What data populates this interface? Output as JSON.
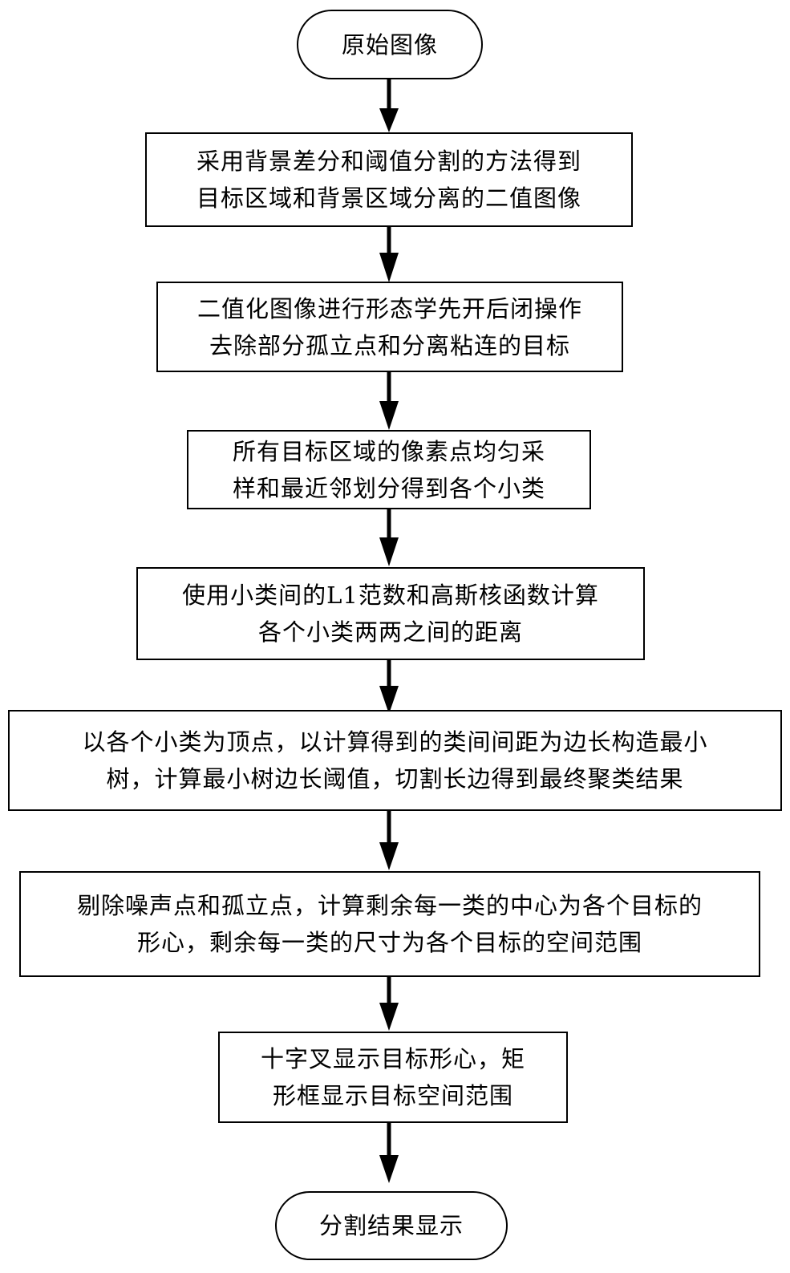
{
  "flowchart": {
    "start": {
      "label": "原始图像"
    },
    "steps": [
      {
        "lines": [
          "采用背景差分和阈值分割的方法得到",
          "目标区域和背景区域分离的二值图像"
        ]
      },
      {
        "lines": [
          "二值化图像进行形态学先开后闭操作",
          "去除部分孤立点和分离粘连的目标"
        ]
      },
      {
        "lines": [
          "所有目标区域的像素点均匀采",
          "样和最近邻划分得到各个小类"
        ]
      },
      {
        "lines": [
          "使用小类间的L1范数和高斯核函数计算",
          "各个小类两两之间的距离"
        ]
      },
      {
        "lines": [
          "以各个小类为顶点，以计算得到的类间间距为边长构造最小",
          "树，计算最小树边长阈值，切割长边得到最终聚类结果"
        ]
      },
      {
        "lines": [
          "剔除噪声点和孤立点，计算剩余每一类的中心为各个目标的",
          "形心，剩余每一类的尺寸为各个目标的空间范围"
        ]
      },
      {
        "lines": [
          "十字叉显示目标形心，矩",
          "形框显示目标空间范围"
        ]
      }
    ],
    "end": {
      "label": "分割结果显示"
    }
  }
}
